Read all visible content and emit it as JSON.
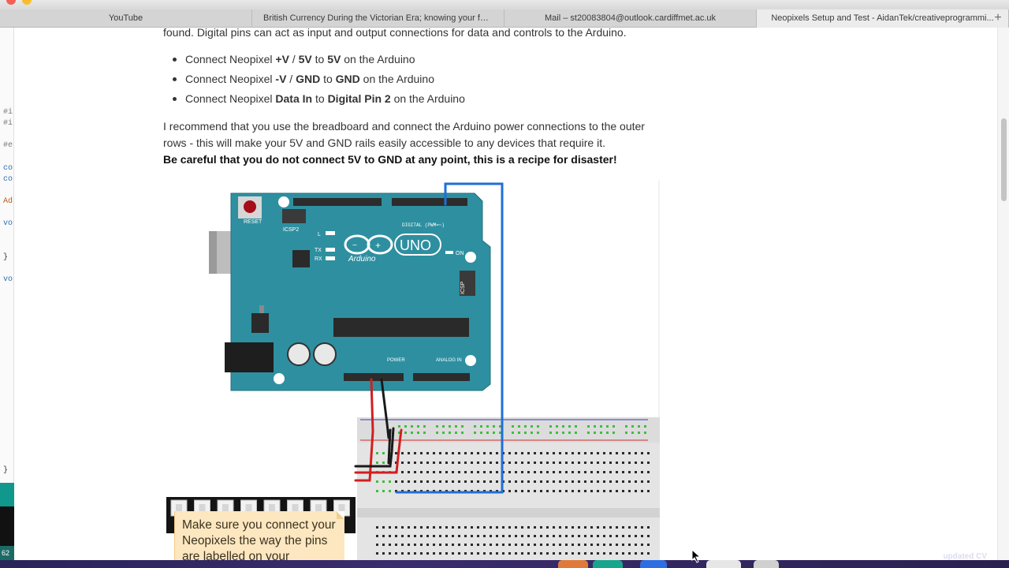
{
  "browser": {
    "tabs": [
      {
        "label": "YouTube",
        "active": false
      },
      {
        "label": "British Currency During the Victorian Era; knowing your fart...",
        "active": false
      },
      {
        "label": "Mail – st20083804@outlook.cardiffmet.ac.uk",
        "active": false
      },
      {
        "label": "Neopixels Setup and Test - AidanTek/creativeprogrammi...",
        "active": true
      }
    ],
    "new_tab_glyph": "+"
  },
  "editor": {
    "fragments": [
      {
        "text": "#i",
        "color": "#7a7a7a"
      },
      {
        "text": "#i",
        "color": "#7a7a7a"
      },
      {
        "text": "#e",
        "color": "#7a7a7a"
      },
      {
        "text": "co",
        "color": "#2e6fb5"
      },
      {
        "text": "co",
        "color": "#2e6fb5"
      },
      {
        "text": "Ad",
        "color": "#c35a1b"
      },
      {
        "text": "vo",
        "color": "#2e6fb5"
      },
      {
        "text": "}",
        "color": "#333333"
      },
      {
        "text": "vo",
        "color": "#2e6fb5"
      },
      {
        "text": "}",
        "color": "#333333"
      }
    ],
    "status_number": "62"
  },
  "article": {
    "intro": "found. Digital pins can act as input and output connections for data and controls to the Arduino.",
    "bullets": [
      {
        "pre": "Connect Neopixel ",
        "b1": "+V",
        "mid1": " / ",
        "b2": "5V",
        "mid2": " to ",
        "b3": "5V",
        "post": " on the Arduino"
      },
      {
        "pre": "Connect Neopixel ",
        "b1": "-V",
        "mid1": " / ",
        "b2": "GND",
        "mid2": " to ",
        "b3": "GND",
        "post": " on the Arduino"
      },
      {
        "pre": "Connect Neopixel ",
        "b1": "Data In",
        "mid1": "",
        "b2": "",
        "mid2": " to ",
        "b3": "Digital Pin 2",
        "post": " on the Arduino"
      }
    ],
    "paragraph": "I recommend that you use the breadboard and connect the Arduino power connections to the outer rows - this will make your 5V and GND rails easily accessible to any devices that require it.",
    "warning": "Be careful that you do not connect 5V to GND at any point, this is a recipe for disaster!",
    "callout": "Make sure you connect your Neopixels the way the pins are labelled on your"
  },
  "diagram": {
    "board_color": "#2e8fa0",
    "wire_colors": {
      "data": "#1f6fd6",
      "power": "#d21f1f",
      "ground": "#1a1a1a"
    },
    "labels": {
      "reset": "RESET",
      "icsp2": "ICSP2",
      "l": "L",
      "tx": "TX",
      "rx": "RX",
      "brand": "Arduino",
      "model": "UNO",
      "on": "ON",
      "icsp": "ICSP",
      "digital": "DIGITAL (PWM=~)",
      "power": "POWER",
      "analog": "ANALOG IN"
    }
  },
  "dock": {
    "label": "updated CV"
  }
}
